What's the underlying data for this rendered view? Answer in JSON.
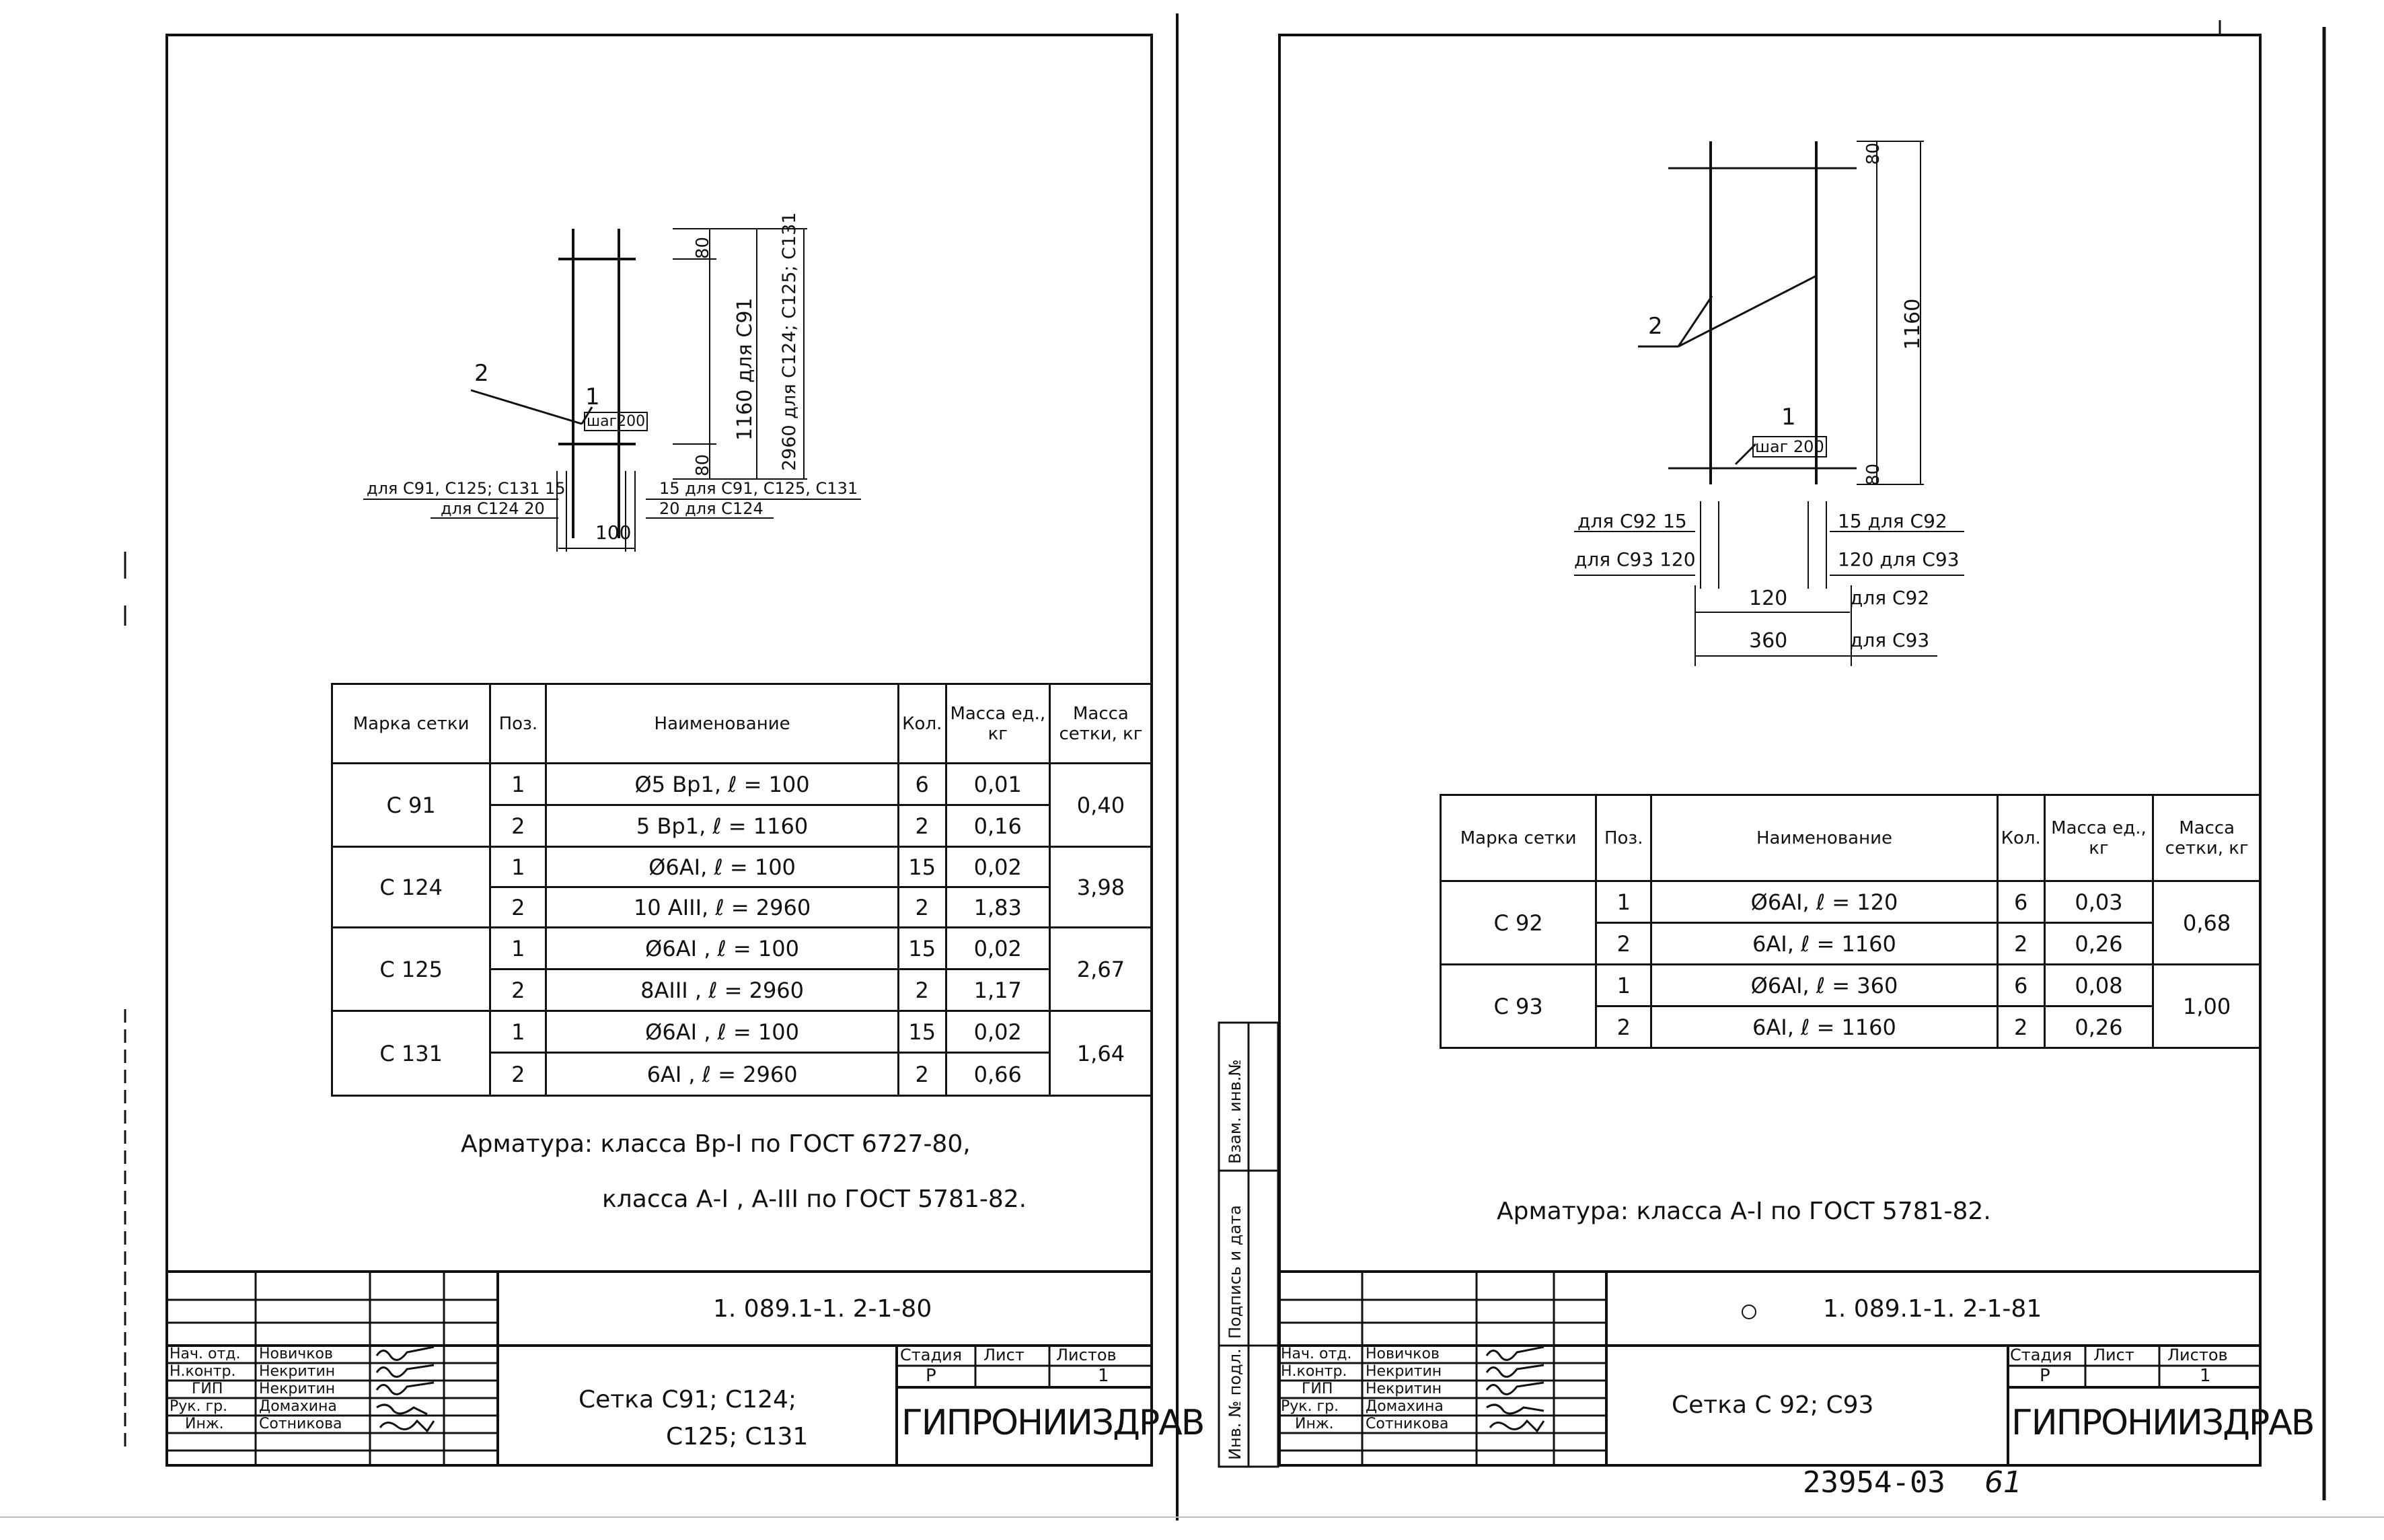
{
  "left_sheet": {
    "drawing": {
      "pos_2": "2",
      "pos_1": "1",
      "step": "шаг200",
      "dim_80_top": "80",
      "dim_80_bottom": "80",
      "dim_1160": "1160 для С91",
      "dim_2960": "2960 для С124; С125; С131",
      "left_note_1": "для С91, С125; С131  15",
      "left_note_2": "для С124  20",
      "right_note_1": "15 для  С91, С125, С131",
      "right_note_2": "20 для  С124",
      "dim_100": "100"
    },
    "table": {
      "headers": [
        "Марка сетки",
        "Поз.",
        "Наименование",
        "Кол.",
        "Масса ед., кг",
        "Масса сетки, кг"
      ],
      "groups": [
        {
          "mark": "С 91",
          "total": "0,40",
          "rows": [
            {
              "pos": "1",
              "name": "Ø5 Вр1,   ℓ = 100",
              "qty": "6",
              "mass": "0,01"
            },
            {
              "pos": "2",
              "name": "5 Вр1,   ℓ = 1160",
              "qty": "2",
              "mass": "0,16"
            }
          ]
        },
        {
          "mark": "С 124",
          "total": "3,98",
          "rows": [
            {
              "pos": "1",
              "name": "Ø6АI,   ℓ = 100",
              "qty": "15",
              "mass": "0,02"
            },
            {
              "pos": "2",
              "name": "10 АIII,   ℓ = 2960",
              "qty": "2",
              "mass": "1,83"
            }
          ]
        },
        {
          "mark": "С 125",
          "total": "2,67",
          "rows": [
            {
              "pos": "1",
              "name": "Ø6АI ,   ℓ = 100",
              "qty": "15",
              "mass": "0,02"
            },
            {
              "pos": "2",
              "name": "8АIII ,   ℓ = 2960",
              "qty": "2",
              "mass": "1,17"
            }
          ]
        },
        {
          "mark": "С 131",
          "total": "1,64",
          "rows": [
            {
              "pos": "1",
              "name": "Ø6АI ,   ℓ = 100",
              "qty": "15",
              "mass": "0,02"
            },
            {
              "pos": "2",
              "name": "6АI ,   ℓ = 2960",
              "qty": "2",
              "mass": "0,66"
            }
          ]
        }
      ]
    },
    "note_line1": "Арматура: класса  Вр-I  по  ГОСТ 6727-80,",
    "note_line2": "класса  А-I , А-III  по ГОСТ 5781-82.",
    "title_block": {
      "code": "1. 089.1-1. 2-1-80",
      "title_line1": "Сетка С91; С124;",
      "title_line2": "С125; С131",
      "stage_label": "Стадия",
      "sheet_label": "Лист",
      "sheets_label": "Листов",
      "stage": "Р",
      "sheets": "1",
      "org": "ГИПРОНИИЗДРАВ",
      "roles": [
        "Нач. отд.",
        "Н.контр.",
        "ГИП",
        "Рук. гр.",
        "Инж."
      ],
      "names": [
        "Новичков",
        "Некритин",
        "Некритин",
        "Домахина",
        "Сотникова"
      ]
    }
  },
  "right_sheet": {
    "drawing": {
      "pos_2": "2",
      "pos_1": "1",
      "step": "шаг 200",
      "dim_80_top": "80",
      "dim_80_bottom": "80",
      "dim_1160": "1160",
      "left_note_1": "для С92  15",
      "left_note_2": "для С93  120",
      "right_note_1": "15 для С92",
      "right_note_2": "120 для С93",
      "dim_120": "120",
      "dim_120_note": "для С92",
      "dim_360": "360",
      "dim_360_note": "для С93"
    },
    "table": {
      "headers": [
        "Марка сетки",
        "Поз.",
        "Наименование",
        "Кол.",
        "Масса ед., кг",
        "Масса сетки, кг"
      ],
      "groups": [
        {
          "mark": "С 92",
          "total": "0,68",
          "rows": [
            {
              "pos": "1",
              "name": "Ø6АI,   ℓ =  120",
              "qty": "6",
              "mass": "0,03"
            },
            {
              "pos": "2",
              "name": "6АI,   ℓ =  1160",
              "qty": "2",
              "mass": "0,26"
            }
          ]
        },
        {
          "mark": "С 93",
          "total": "1,00",
          "rows": [
            {
              "pos": "1",
              "name": "Ø6АI,   ℓ =  360",
              "qty": "6",
              "mass": "0,08"
            },
            {
              "pos": "2",
              "name": "6АI,   ℓ =  1160",
              "qty": "2",
              "mass": "0,26"
            }
          ]
        }
      ]
    },
    "note_line1": "Арматура: класса  А-I  по ГОСТ 5781-82.",
    "title_block": {
      "code": "1. 089.1-1. 2-1-81",
      "title": "Сетка  С 92;  С93",
      "stage_label": "Стадия",
      "sheet_label": "Лист",
      "sheets_label": "Листов",
      "stage": "Р",
      "sheets": "1",
      "org": "ГИПРОНИИЗДРАВ",
      "roles": [
        "Нач. отд.",
        "Н.контр.",
        "ГИП",
        "Рук. гр.",
        "Инж."
      ],
      "names": [
        "Новичков",
        "Некритин",
        "Некритин",
        "Домахина",
        "Сотникова"
      ]
    },
    "side_stamp": [
      "Инв. № подл.",
      "Подпись и дата",
      "Взам. инв.№"
    ]
  },
  "footer_number": "23954-03",
  "footer_page": "61"
}
